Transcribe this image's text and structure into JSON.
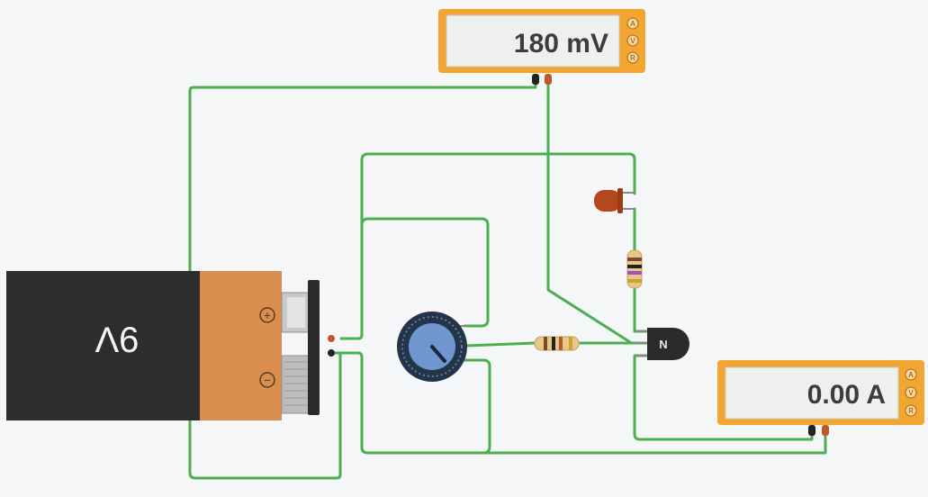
{
  "circuit": {
    "battery": {
      "label": "9V",
      "plus_symbol": "+",
      "minus_symbol": "−"
    },
    "voltmeter": {
      "reading": "180 mV",
      "mode_a": "A",
      "mode_v": "V",
      "mode_r": "R"
    },
    "ammeter": {
      "reading": "0.00 A",
      "mode_a": "A",
      "mode_v": "V",
      "mode_r": "R"
    },
    "transistor": {
      "label": "N"
    }
  },
  "colors": {
    "wire": "#4caf50",
    "meter_frame": "#f2a531",
    "battery_body": "#2d2d2d",
    "battery_label_band": "#d98e4e",
    "led": "#b5471f"
  }
}
